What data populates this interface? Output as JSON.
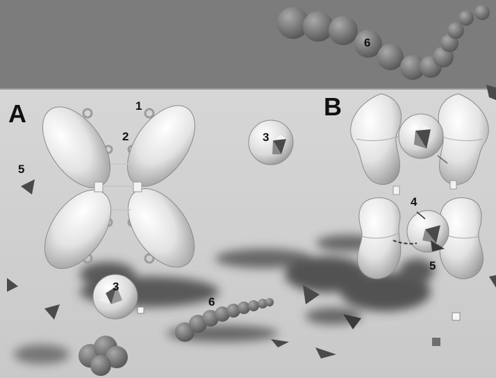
{
  "panels": {
    "a": {
      "label": "A"
    },
    "b": {
      "label": "B"
    }
  },
  "callouts": {
    "a_1": "1",
    "a_2": "2",
    "a_3_free": "3",
    "a_3_bottom": "3",
    "a_5": "5",
    "a_6": "6",
    "b_4": "4",
    "b_5": "5",
    "top_6": "6"
  },
  "colors": {
    "top_band": "#7c7c7c",
    "background": "#d2d2d2",
    "shadow": "#3e3e3e",
    "lobe": "#e6e6e6",
    "sphere": "#dcdcdc",
    "cube": "#4a4a4a",
    "bead": "#747474"
  }
}
